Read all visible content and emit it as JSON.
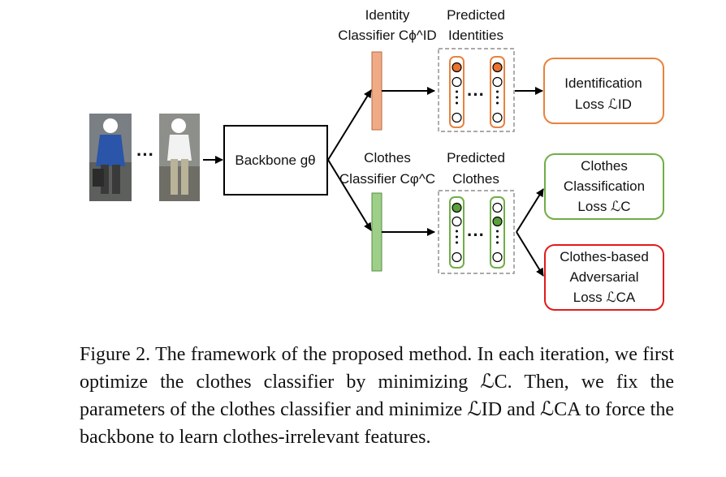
{
  "figure": {
    "input_ellipsis": "···",
    "backbone_label": "Backbone gθ",
    "identity_classifier": {
      "line1": "Identity",
      "line2": "Classifier Cϕ^ID"
    },
    "predicted_identities": {
      "line1": "Predicted",
      "line2": "Identities"
    },
    "clothes_classifier": {
      "line1": "Clothes",
      "line2": "Classifier Cφ^C"
    },
    "predicted_clothes": {
      "line1": "Predicted",
      "line2": "Clothes"
    },
    "vector_ellipsis": "···",
    "identification_loss": {
      "line1": "Identification",
      "line2": "Loss ℒID"
    },
    "clothes_classification_loss": {
      "line1": "Clothes",
      "line2": "Classification",
      "line3": "Loss ℒC"
    },
    "adversarial_loss": {
      "line1": "Clothes-based",
      "line2": "Adversarial",
      "line3": "Loss ℒCA"
    }
  },
  "caption": "Figure 2. The framework of the proposed method. In each iteration, we first optimize the clothes classifier by minimizing ℒC. Then, we fix the parameters of the clothes classifier and minimize ℒID and ℒCA to force the backbone to learn clothes-irrelevant features.",
  "colors": {
    "identity_bar": "#f0ab86",
    "identity_border": "#e8823e",
    "identity_dot": "#e8722e",
    "clothes_bar": "#9dcf88",
    "clothes_border": "#70ad47",
    "clothes_dot": "#58a03a",
    "adversarial_border": "#e01b1b"
  }
}
